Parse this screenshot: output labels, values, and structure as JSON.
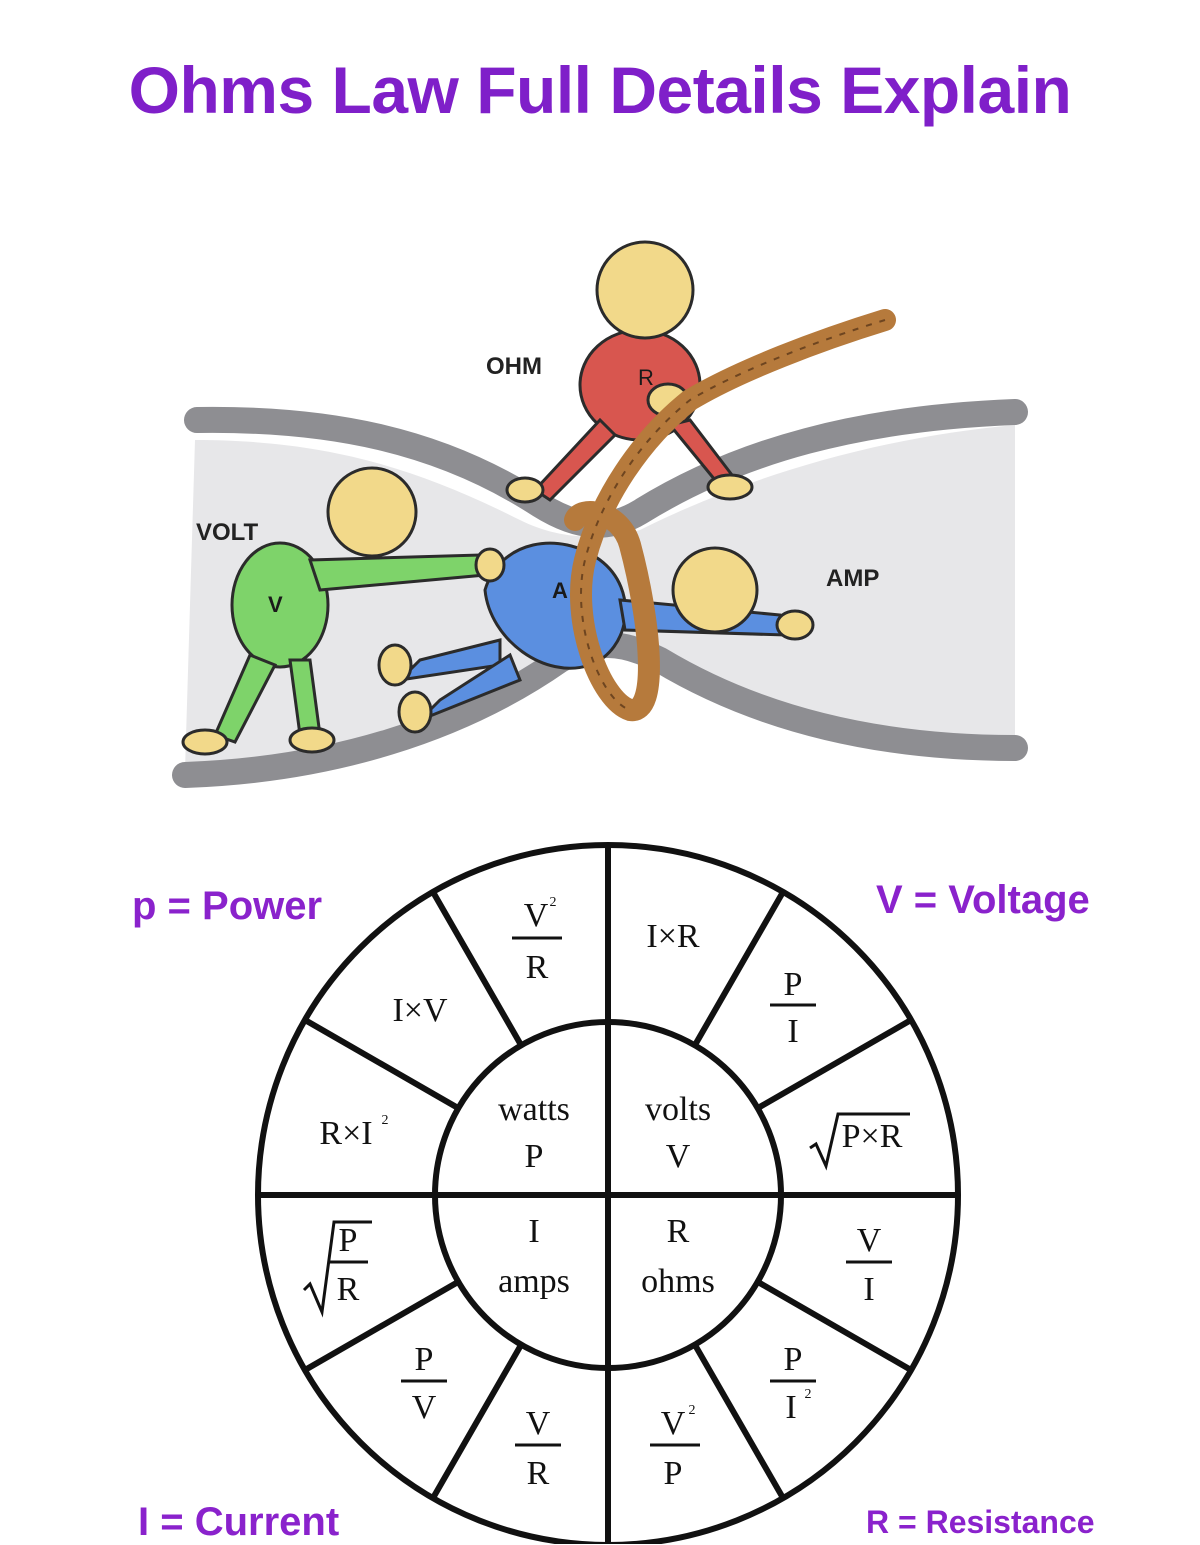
{
  "title": "Ohms Law Full Details Explain",
  "colors": {
    "title": "#7f1fc9",
    "corner_labels": "#8a22cc",
    "volt": "#7ed36a",
    "amp": "#5b8fe0",
    "ohm": "#d8564f",
    "rope": "#b67a3c",
    "pipe": "#8c8c8c"
  },
  "illustration": {
    "ohm_label": "OHM",
    "ohm_letter": "R",
    "volt_label": "VOLT",
    "volt_letter": "V",
    "amp_label": "AMP",
    "amp_letter": "A"
  },
  "legend": {
    "power": "p = Power",
    "voltage": "V = Voltage",
    "current": "I  = Current",
    "resistance": "R = Resistance"
  },
  "wheel": {
    "center": {
      "watts": {
        "unit": "watts",
        "symbol": "P"
      },
      "volts": {
        "unit": "volts",
        "symbol": "V"
      },
      "amps": {
        "symbol": "I",
        "unit": "amps"
      },
      "ohms": {
        "symbol": "R",
        "unit": "ohms"
      }
    },
    "formulas": {
      "v2_over_r": {
        "num": "V",
        "den": "R"
      },
      "i_times_v": "I×V",
      "r_times_i2": "R×I",
      "i_times_r": "I×R",
      "p_over_i": {
        "num": "P",
        "den": "I"
      },
      "sqrt_p_times_r": "P×R",
      "sqrt_p_over_r": {
        "num": "P",
        "den": "R"
      },
      "p_over_v": {
        "num": "P",
        "den": "V"
      },
      "v_over_r": {
        "num": "V",
        "den": "R"
      },
      "v2_over_p": {
        "num": "V",
        "den": "P"
      },
      "p_over_i2": {
        "num": "P",
        "den": "I"
      },
      "v_over_i": {
        "num": "V",
        "den": "I"
      }
    }
  }
}
